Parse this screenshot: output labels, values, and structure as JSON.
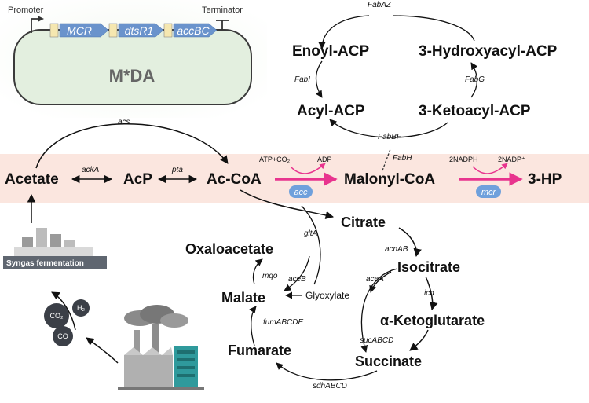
{
  "plasmid": {
    "promoter": "Promoter",
    "terminator": "Terminator",
    "genes": [
      "MCR",
      "dtsR1",
      "accBC"
    ],
    "name": "M*DA"
  },
  "metabolites": {
    "acetate": "Acetate",
    "acp": "AcP",
    "accoa": "Ac-CoA",
    "malonyl_coa": "Malonyl-CoA",
    "hp3": "3-HP",
    "enoyl_acp": "Enoyl-ACP",
    "hydroxyacyl_acp": "3-Hydroxyacyl-ACP",
    "acyl_acp": "Acyl-ACP",
    "ketoacyl_acp": "3-Ketoacyl-ACP",
    "citrate": "Citrate",
    "isocitrate": "Isocitrate",
    "oxaloacetate": "Oxaloacetate",
    "malate": "Malate",
    "glyoxylate": "Glyoxylate",
    "akg": "α-Ketoglutarate",
    "fumarate": "Fumarate",
    "succinate": "Succinate"
  },
  "enzymes": {
    "fabaz": "FabAZ",
    "fabi": "FabI",
    "fabg": "FabG",
    "fabbf": "FabBF",
    "fabh": "FabH",
    "acs": "acs",
    "acka": "ackA",
    "pta": "pta",
    "glta": "gltA",
    "acnab": "acnAB",
    "acea": "aceA",
    "aceb": "aceB",
    "mqo": "mqo",
    "icd": "icd",
    "sucabcd": "sucABCD",
    "fumabcde": "fumABCDE",
    "sdhabcd": "sdhABCD",
    "acc": "acc",
    "mcr": "mcr"
  },
  "cofactors": {
    "atp_co2": "ATP+CO₂",
    "adp": "ADP",
    "nadph": "2NADPH",
    "nadp": "2NADP⁺"
  },
  "gases": {
    "co2": "CO₂",
    "h2": "H₂",
    "co": "CO"
  },
  "syngas_label": "Syngas fermentation",
  "colors": {
    "magenta": "#e8348e",
    "pill": "#6fa0dc",
    "gene_box": "#6a93cc",
    "band": "#fbe6df",
    "plasmid_bg": "#e3efdf"
  }
}
